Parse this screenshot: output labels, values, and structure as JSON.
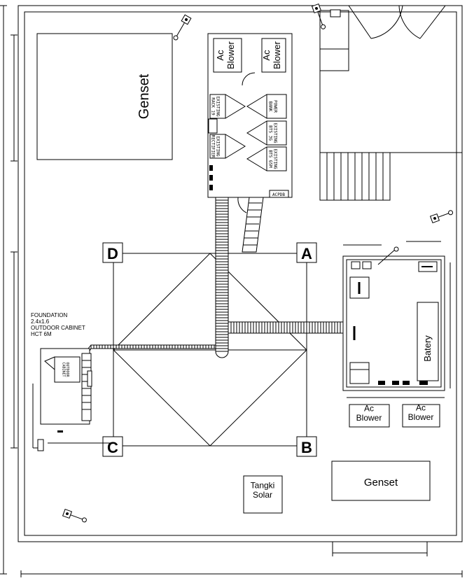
{
  "rooms": {
    "genset_top_left": "Genset",
    "genset_bottom_right": "Genset",
    "ac_blower_shelter_1": "Ac\nBlower",
    "ac_blower_shelter_2": "Ac\nBlower",
    "ac_blower_right_1": "Ac\nBlower",
    "ac_blower_right_2": "Ac\nBlower",
    "batery": "Batery",
    "tangki_solar": "Tangki\nSolar"
  },
  "equipment": {
    "existing_rack_left": "EXISTING\nRACK 19",
    "existing_rectifier": "EXISTING\nRECTIFIER",
    "power_bank": "POWER\nBANK",
    "existing_bts_1": "EXISTING\nBTS 3G",
    "existing_bts_2": "EXISTING\nBTS GSM",
    "acpdb": "ACPDB",
    "outdoor_cabinet_box": "OUTDOOR\nCABINET"
  },
  "tower_legs": [
    "A",
    "B",
    "C",
    "D"
  ],
  "foundation_note": [
    "FOUNDATION",
    "2.4x1.6",
    "OUTDOOR CABINET",
    "HCT 6M"
  ]
}
